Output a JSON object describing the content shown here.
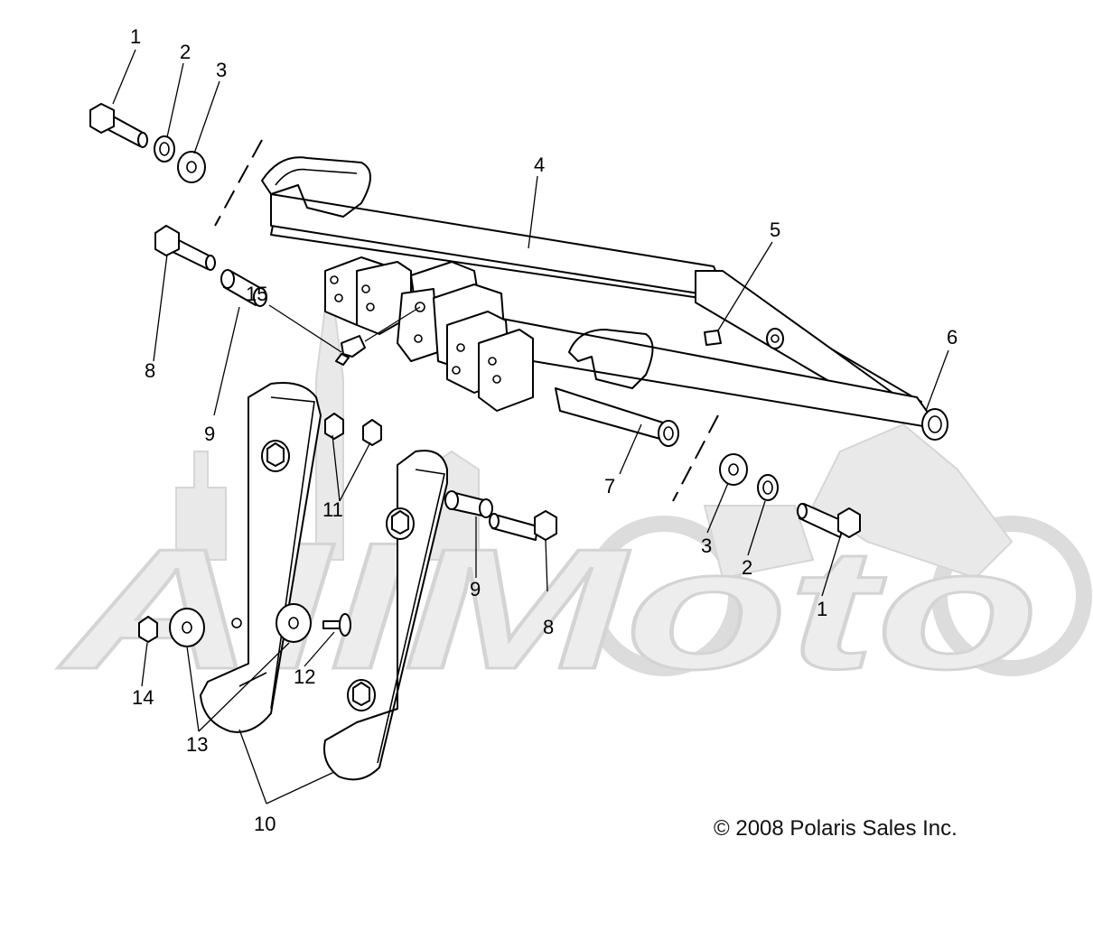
{
  "watermark": {
    "text": "AllMoto"
  },
  "callouts": {
    "c1a": "1",
    "c2a": "2",
    "c3a": "3",
    "c4": "4",
    "c5": "5",
    "c6": "6",
    "c7": "7",
    "c8a": "8",
    "c9a": "9",
    "c11": "11",
    "c9b": "9",
    "c8b": "8",
    "c3b": "3",
    "c2b": "2",
    "c1b": "1",
    "c14": "14",
    "c13": "13",
    "c12": "12",
    "c10": "10",
    "c15": "15"
  },
  "copyright": "© 2008 Polaris Sales Inc."
}
